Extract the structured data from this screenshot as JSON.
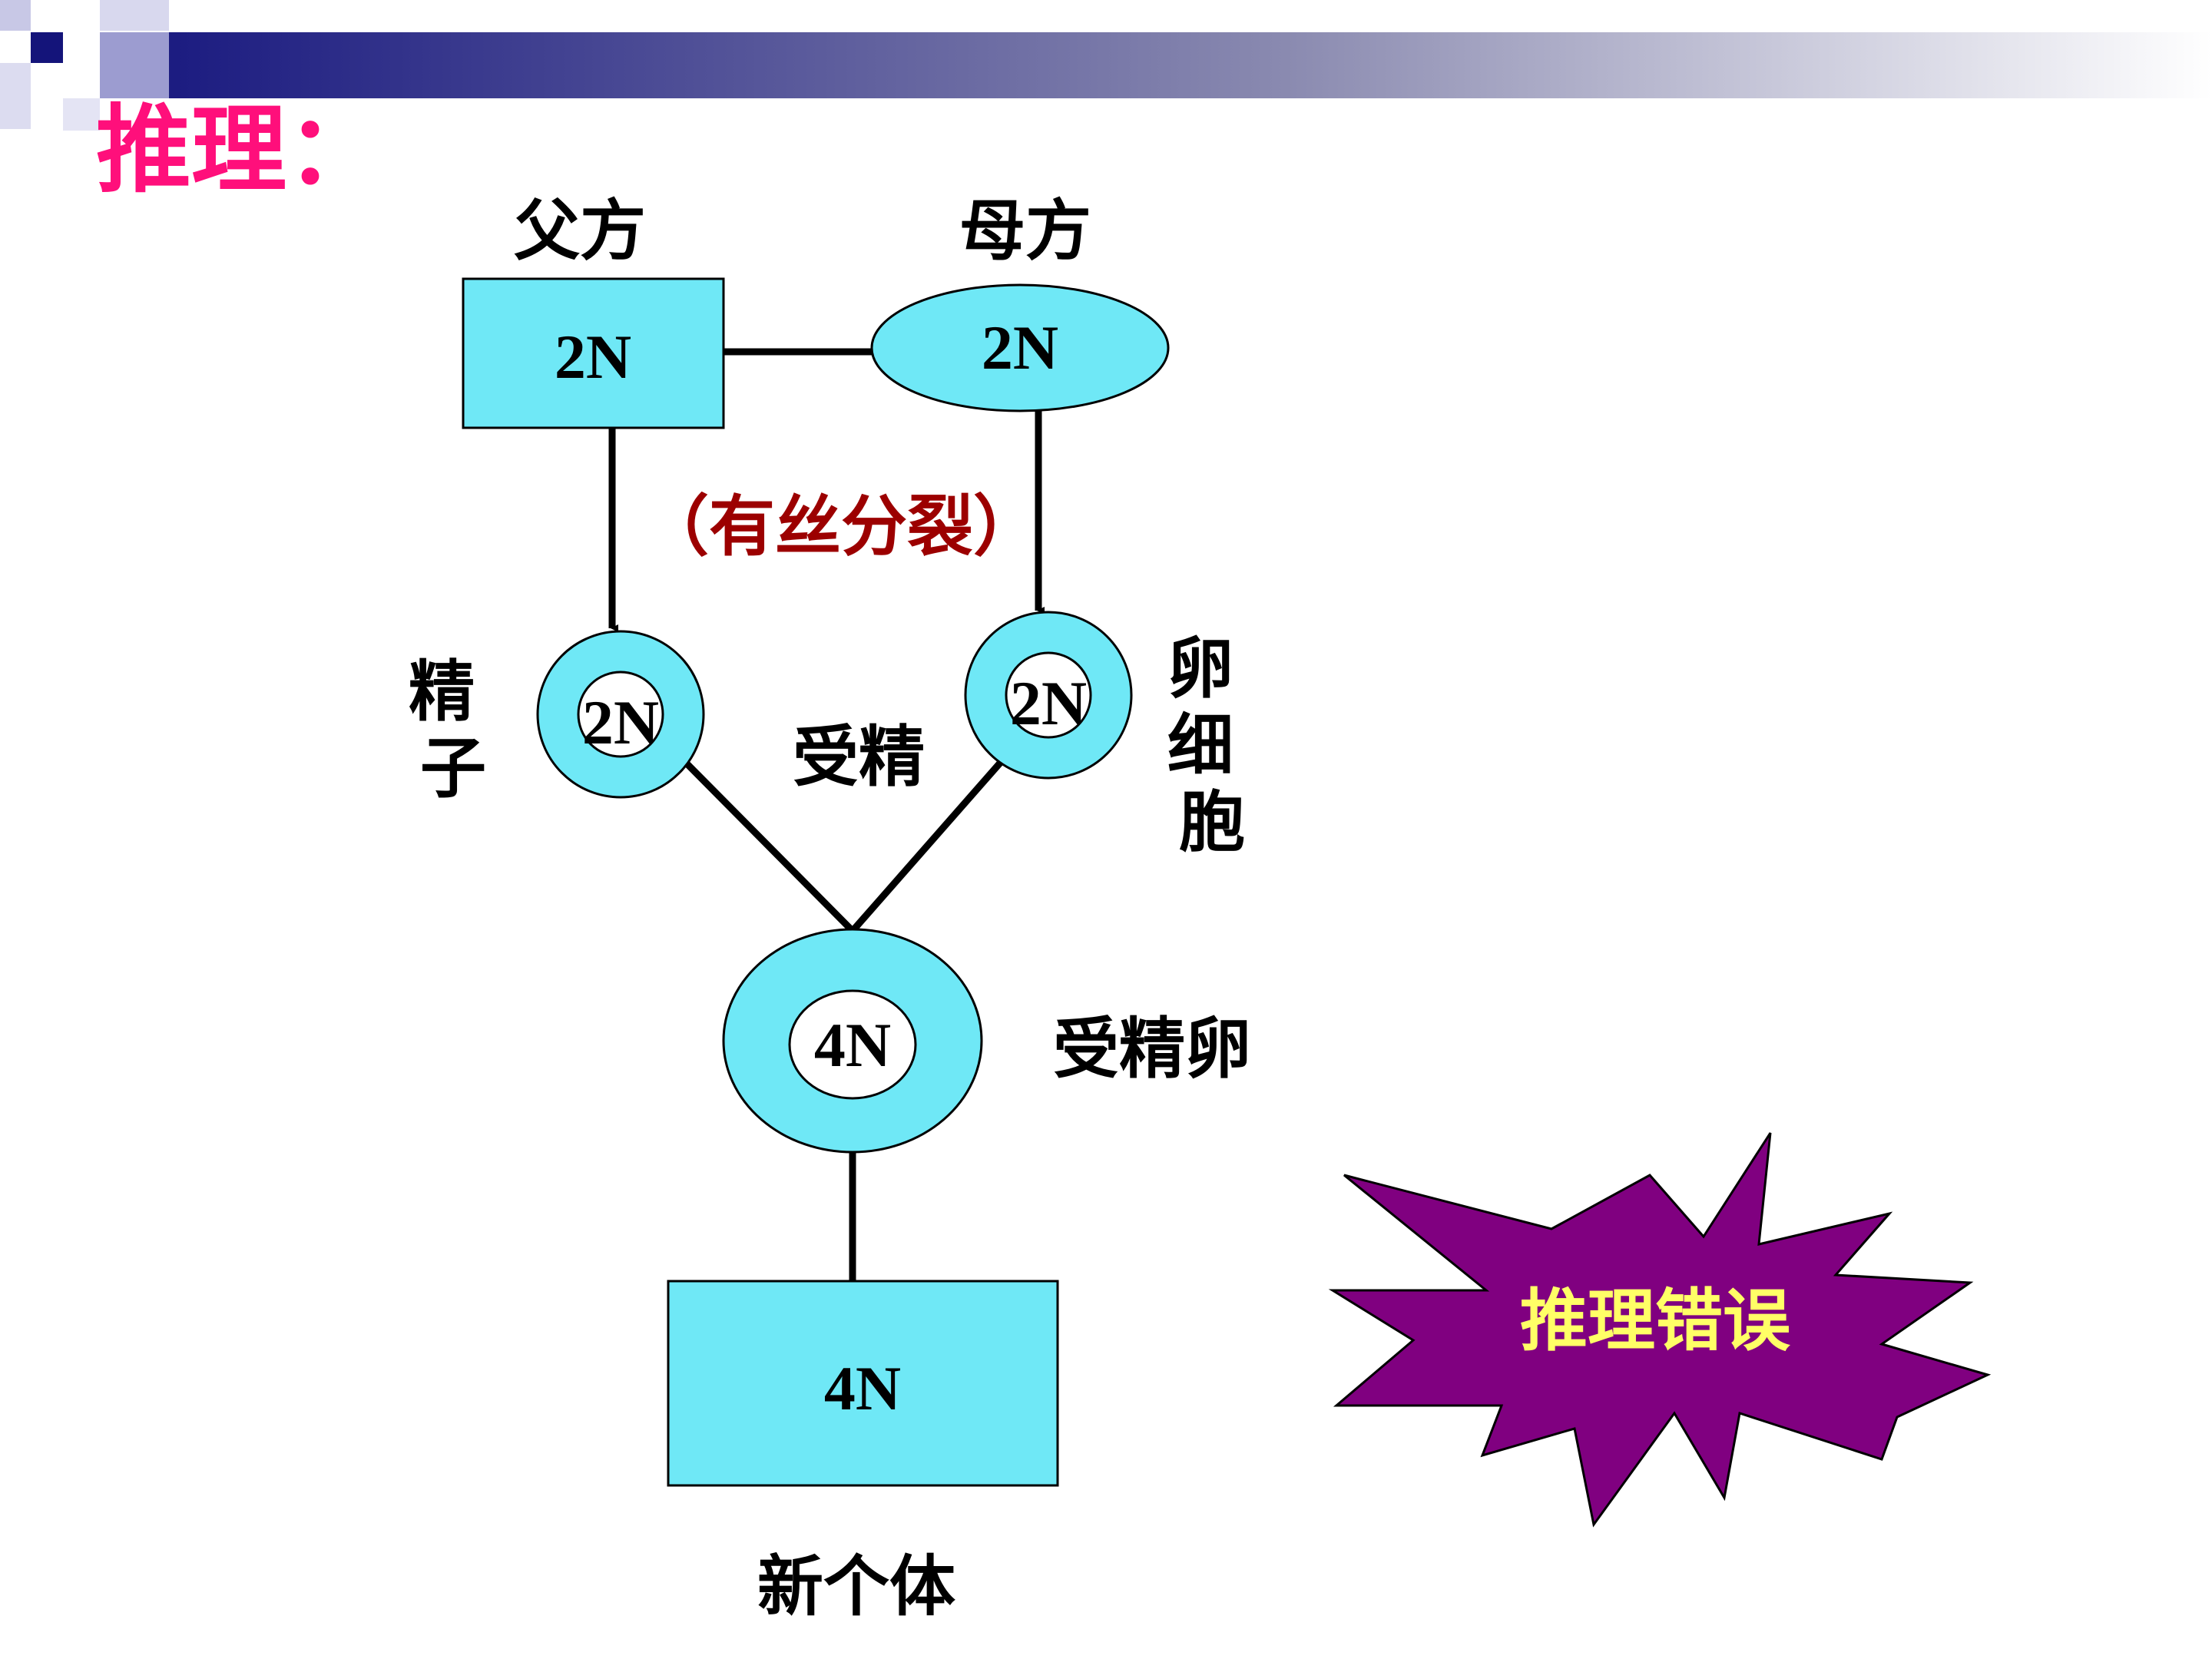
{
  "title": "推理：",
  "labels": {
    "father": "父方",
    "mother": "母方",
    "mitosis_note": "（有丝分裂）",
    "sperm": "精子",
    "egg_cell": "卵细胞",
    "fertilization": "受精",
    "zygote": "受精卵",
    "new_individual": "新个体"
  },
  "values": {
    "father_cell": "2N",
    "mother_cell": "2N",
    "sperm_cell": "2N",
    "egg_cell": "2N",
    "zygote_cell": "4N",
    "new_individual": "4N"
  },
  "badge": {
    "text": "推理错误"
  },
  "colors": {
    "cell_fill": "#6fe8f6",
    "title": "#ff0f7b",
    "note": "#9c0000",
    "badge_fill": "#800080",
    "badge_text": "#ffff66",
    "header_dark": "#1a1a80"
  }
}
